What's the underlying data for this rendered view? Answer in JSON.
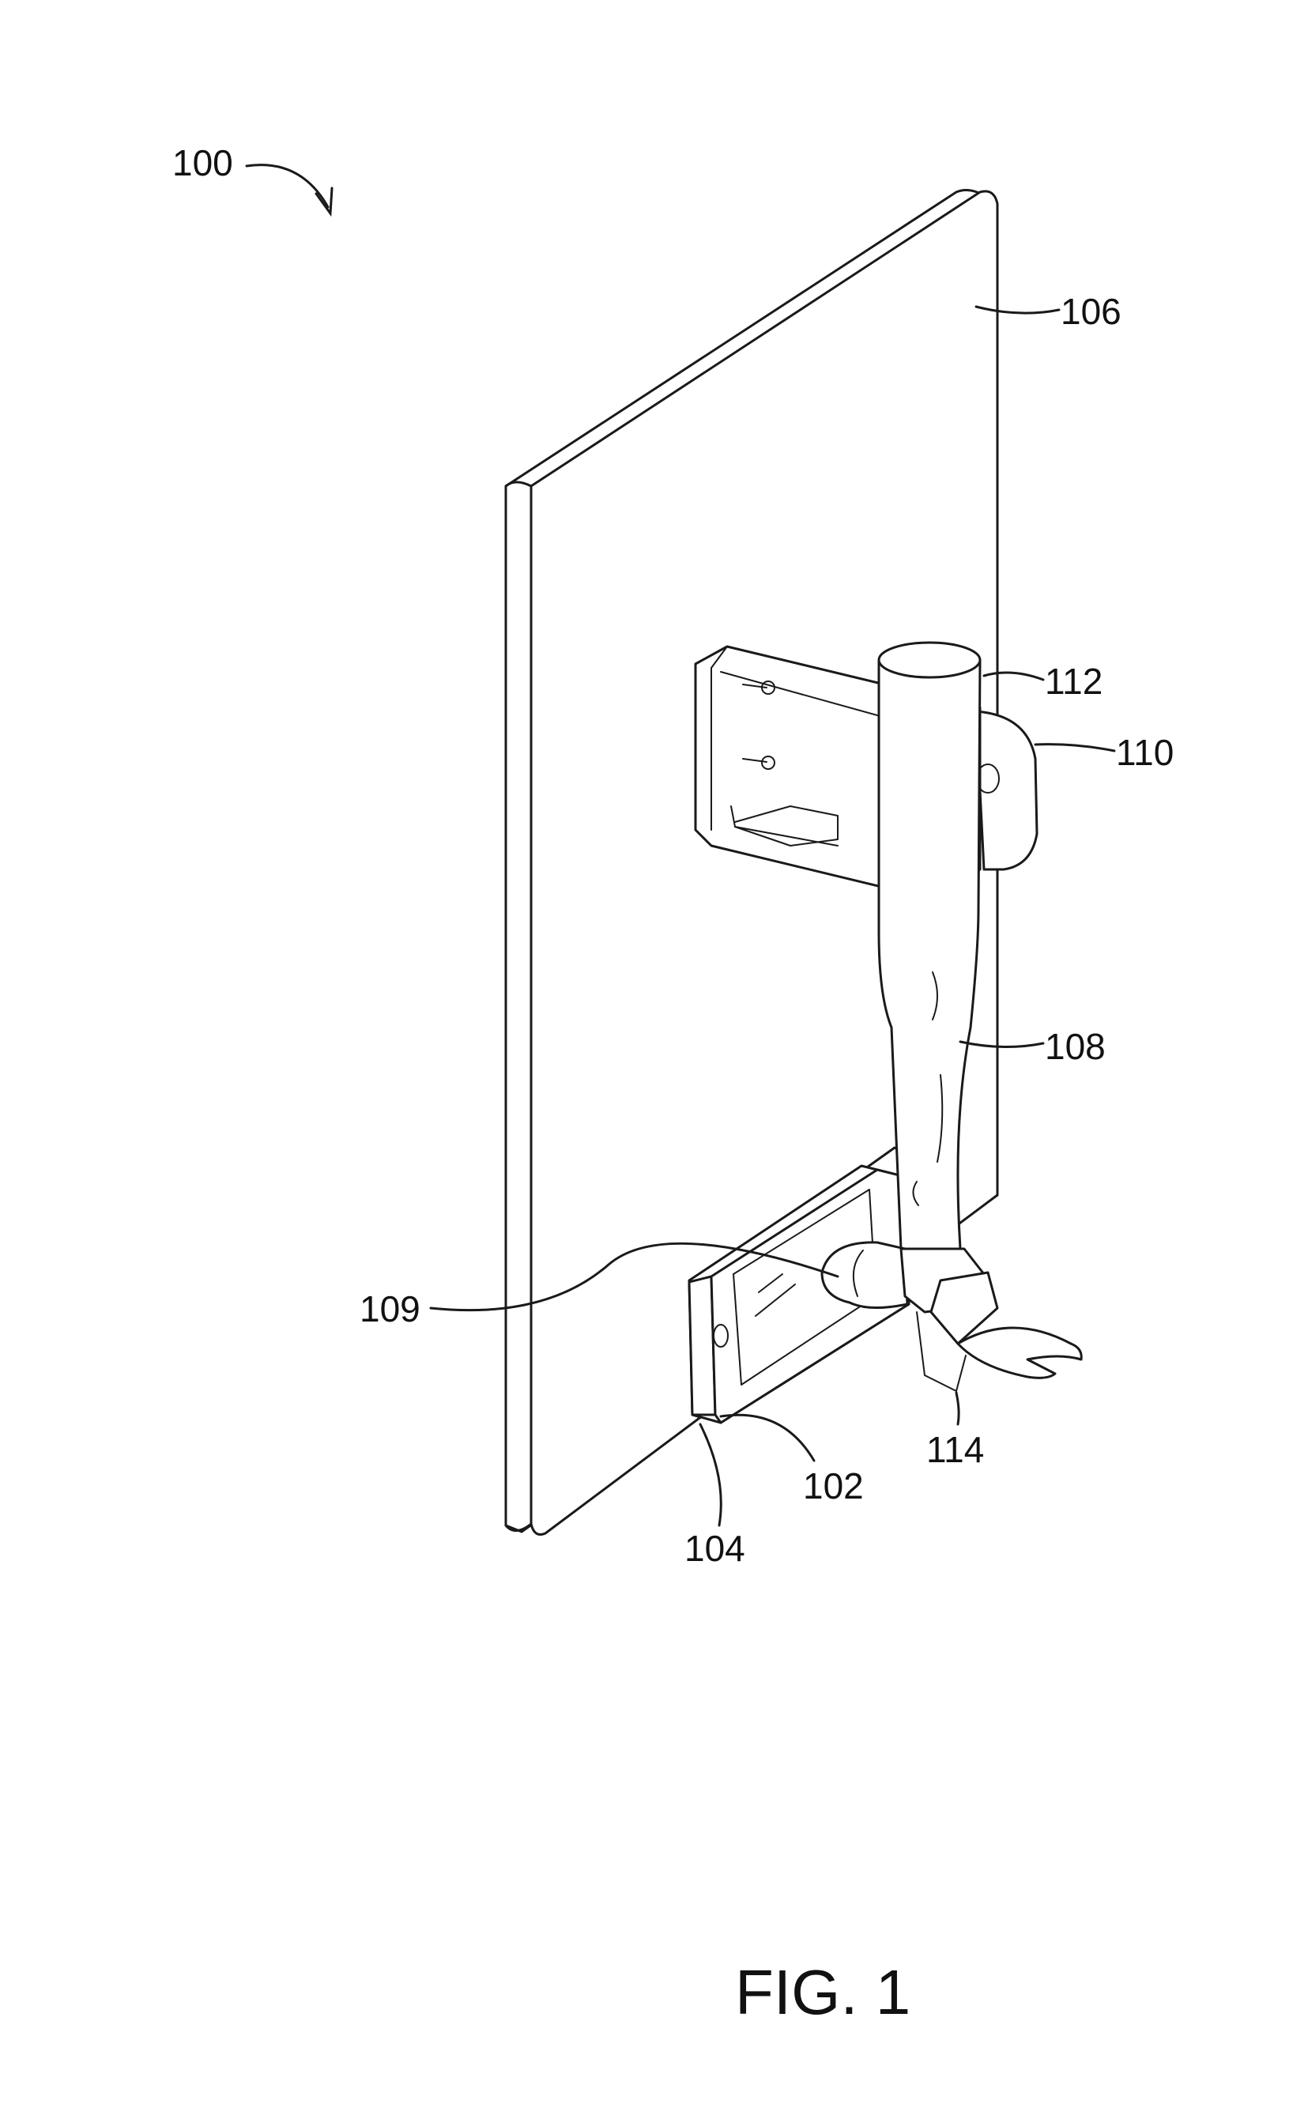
{
  "figure": {
    "caption": "FIG. 1",
    "labels": {
      "assembly": "100",
      "wall_panel": "106",
      "handle_holder_inner": "112",
      "handle_holder": "110",
      "handle": "108",
      "head_rest": "109",
      "claw": "114",
      "lower_mount": "102",
      "mount_edge": "104"
    }
  }
}
